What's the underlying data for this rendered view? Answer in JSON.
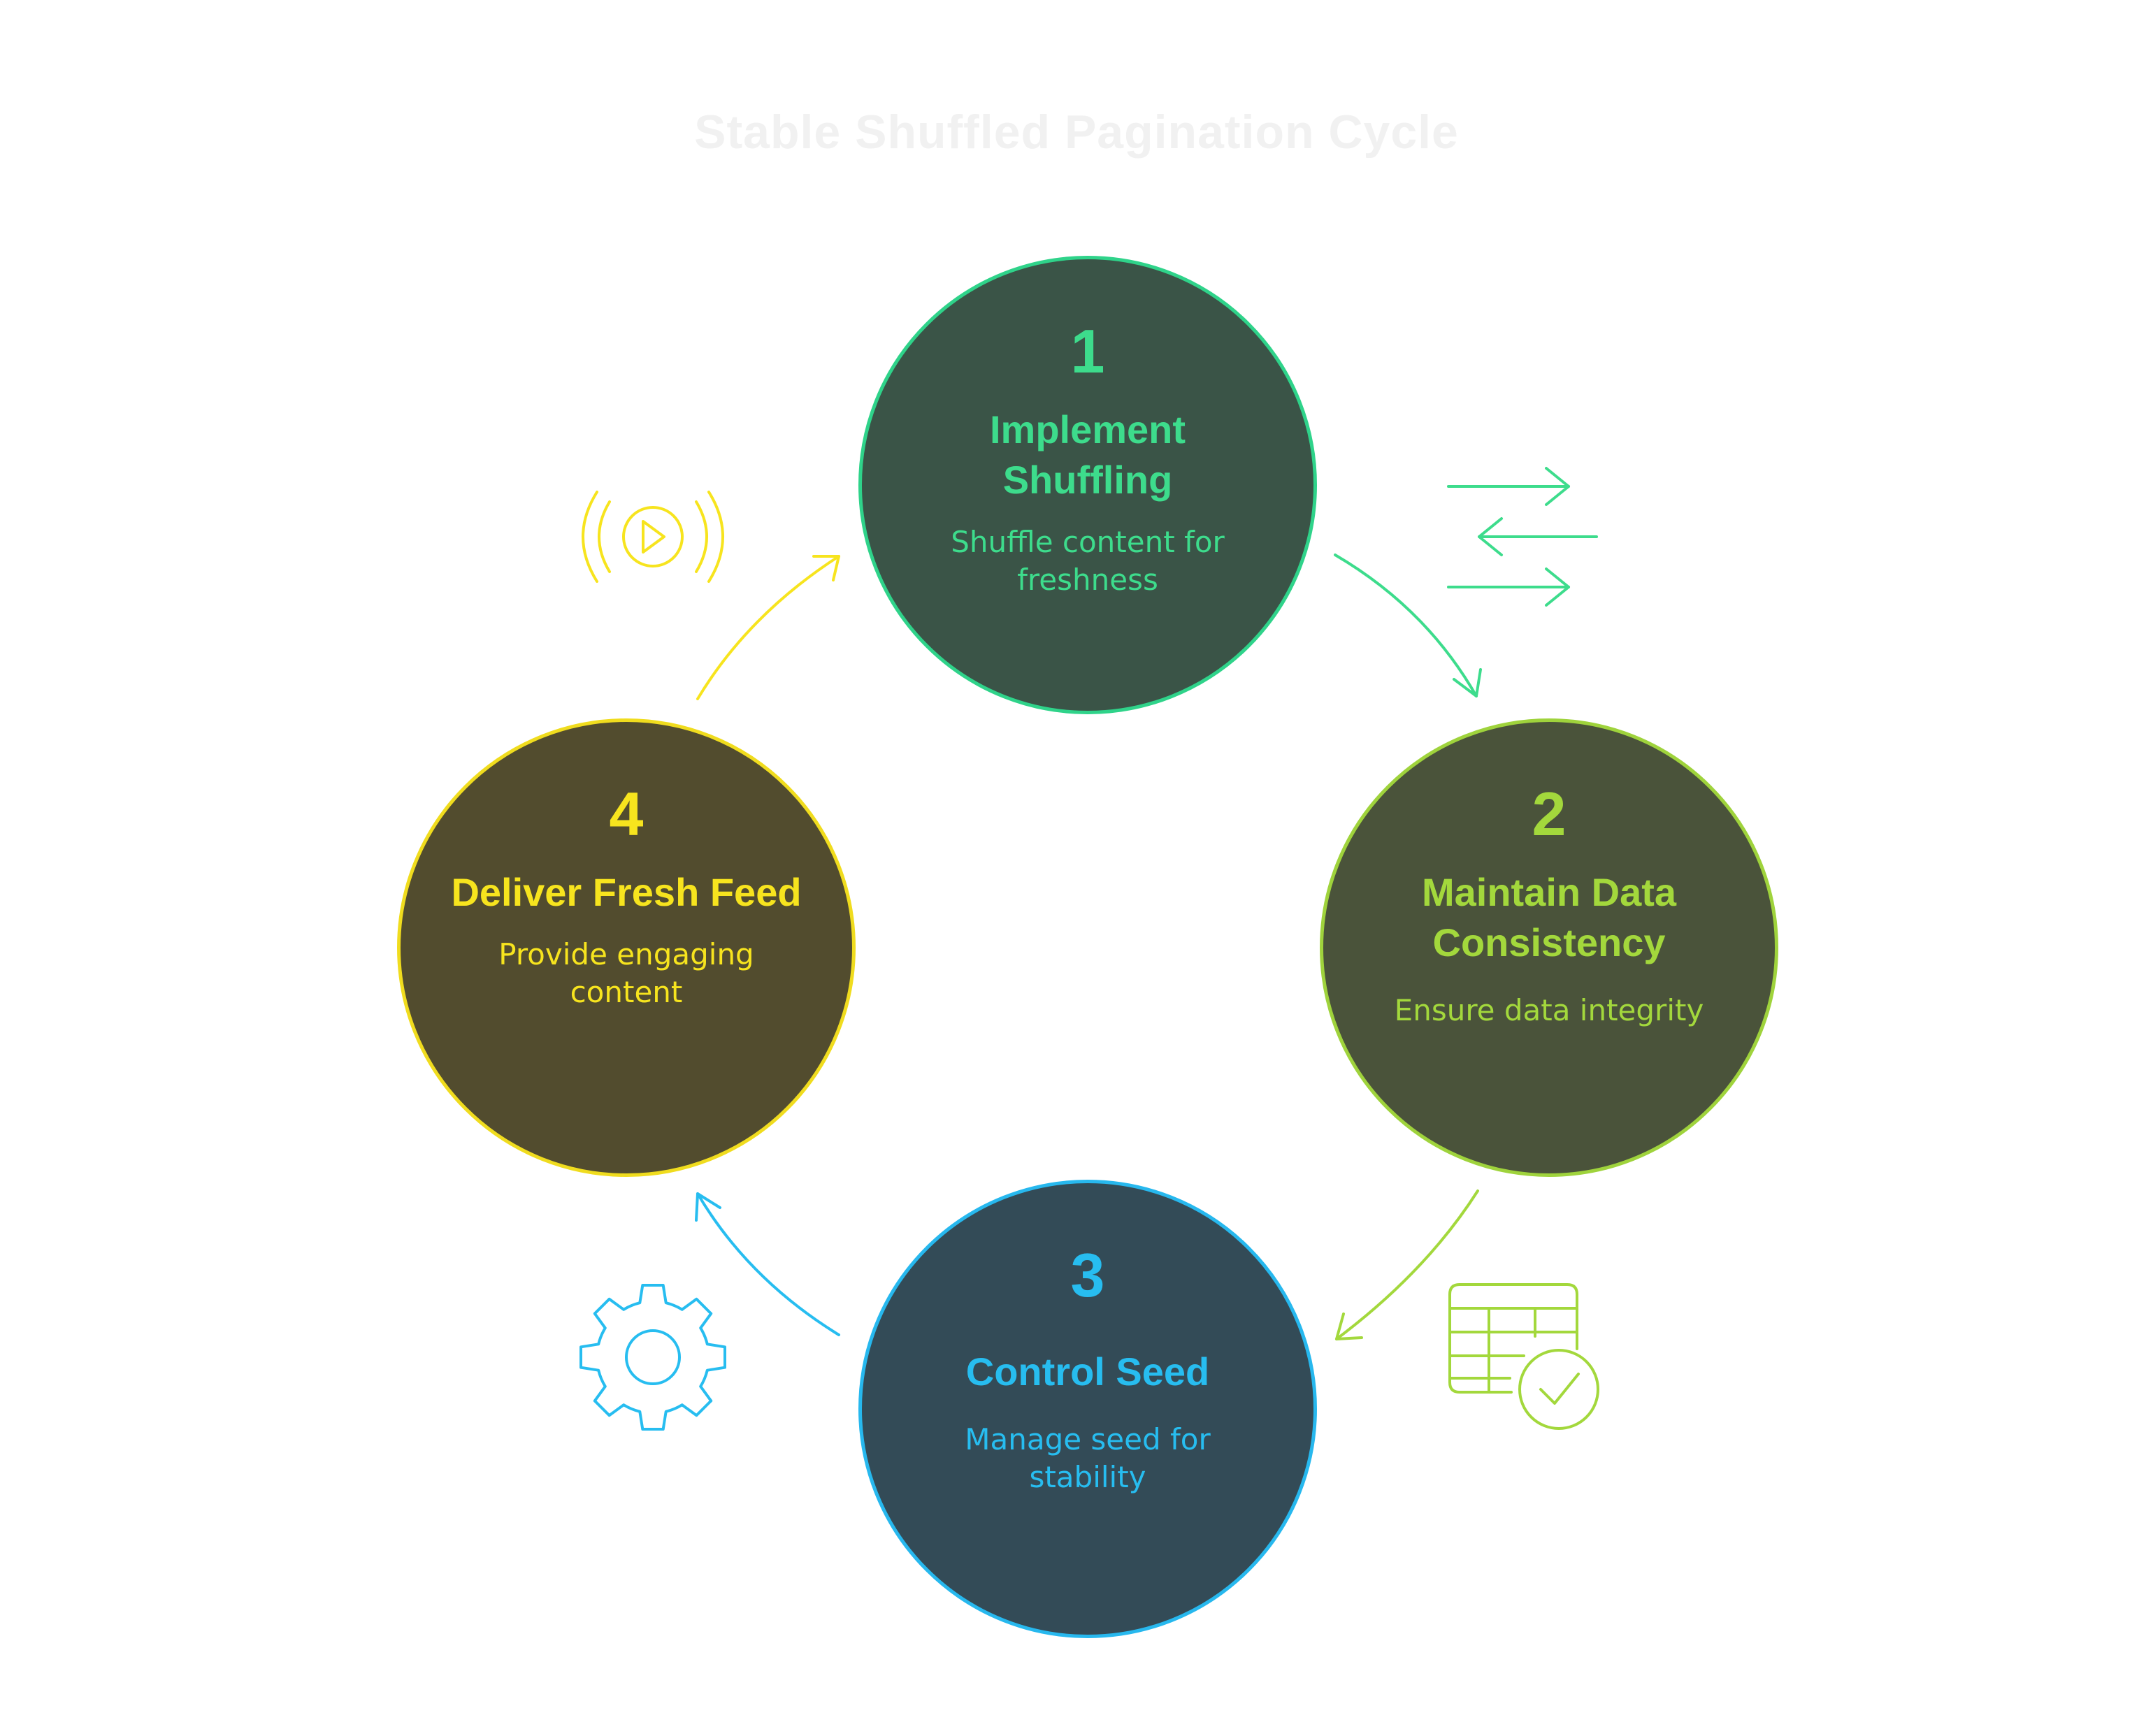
{
  "title": "Stable Shuffled Pagination Cycle",
  "colors": {
    "step1": "#3ddc8c",
    "step2": "#a3d83c",
    "step3": "#27bdf0",
    "step4": "#f7e41e"
  },
  "steps": [
    {
      "number": "1",
      "heading": "Implement Shuffling",
      "description": "Shuffle content for freshness",
      "icon": "shuffle-arrows-icon"
    },
    {
      "number": "2",
      "heading": "Maintain Data Consistency",
      "description": "Ensure data integrity",
      "icon": "table-check-icon"
    },
    {
      "number": "3",
      "heading": "Control Seed",
      "description": "Manage seed for stability",
      "icon": "gear-icon"
    },
    {
      "number": "4",
      "heading": "Deliver Fresh Feed",
      "description": "Provide engaging content",
      "icon": "broadcast-play-icon"
    }
  ]
}
